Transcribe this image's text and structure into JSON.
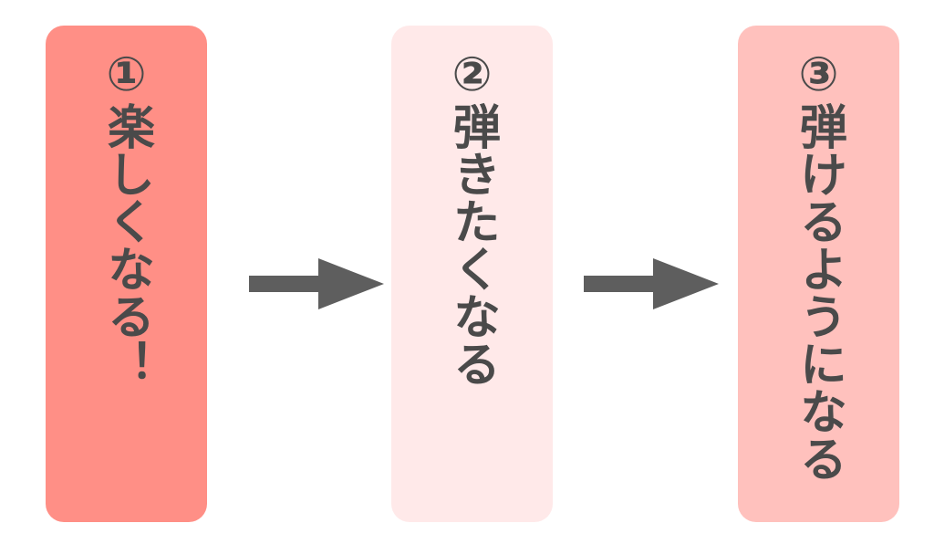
{
  "steps": [
    {
      "label": "①楽しくなる！",
      "color": "#ff8f86"
    },
    {
      "label": "②弾きたくなる",
      "color": "#ffe9e9"
    },
    {
      "label": "③弾けるようになる",
      "color": "#ffc1bd"
    }
  ],
  "arrow_color": "#5e5e5e",
  "text_color": "#4a4a4a"
}
